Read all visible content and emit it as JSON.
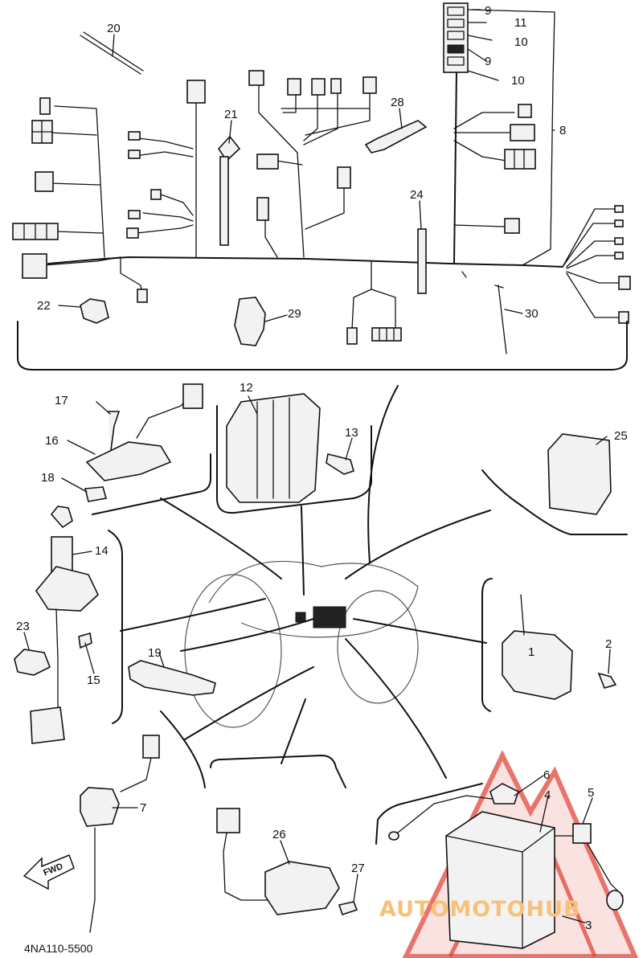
{
  "diagram": {
    "code": "4NA110-5500",
    "fwd_label": "FWD",
    "callouts": [
      "1",
      "2",
      "3",
      "4",
      "5",
      "6",
      "7",
      "8",
      "9",
      "10",
      "11",
      "12",
      "13",
      "14",
      "15",
      "16",
      "17",
      "18",
      "19",
      "20",
      "21",
      "22",
      "23",
      "24",
      "25",
      "26",
      "27",
      "28",
      "29",
      "30"
    ],
    "fuse_box_labels": [
      "9",
      "11",
      "10",
      "9",
      "10"
    ],
    "colors": {
      "line": "#111111",
      "watermark_red": "#e03a2f",
      "watermark_text": "#f6c27a"
    }
  },
  "watermark": {
    "text": "AUTOMOTOHUB"
  }
}
